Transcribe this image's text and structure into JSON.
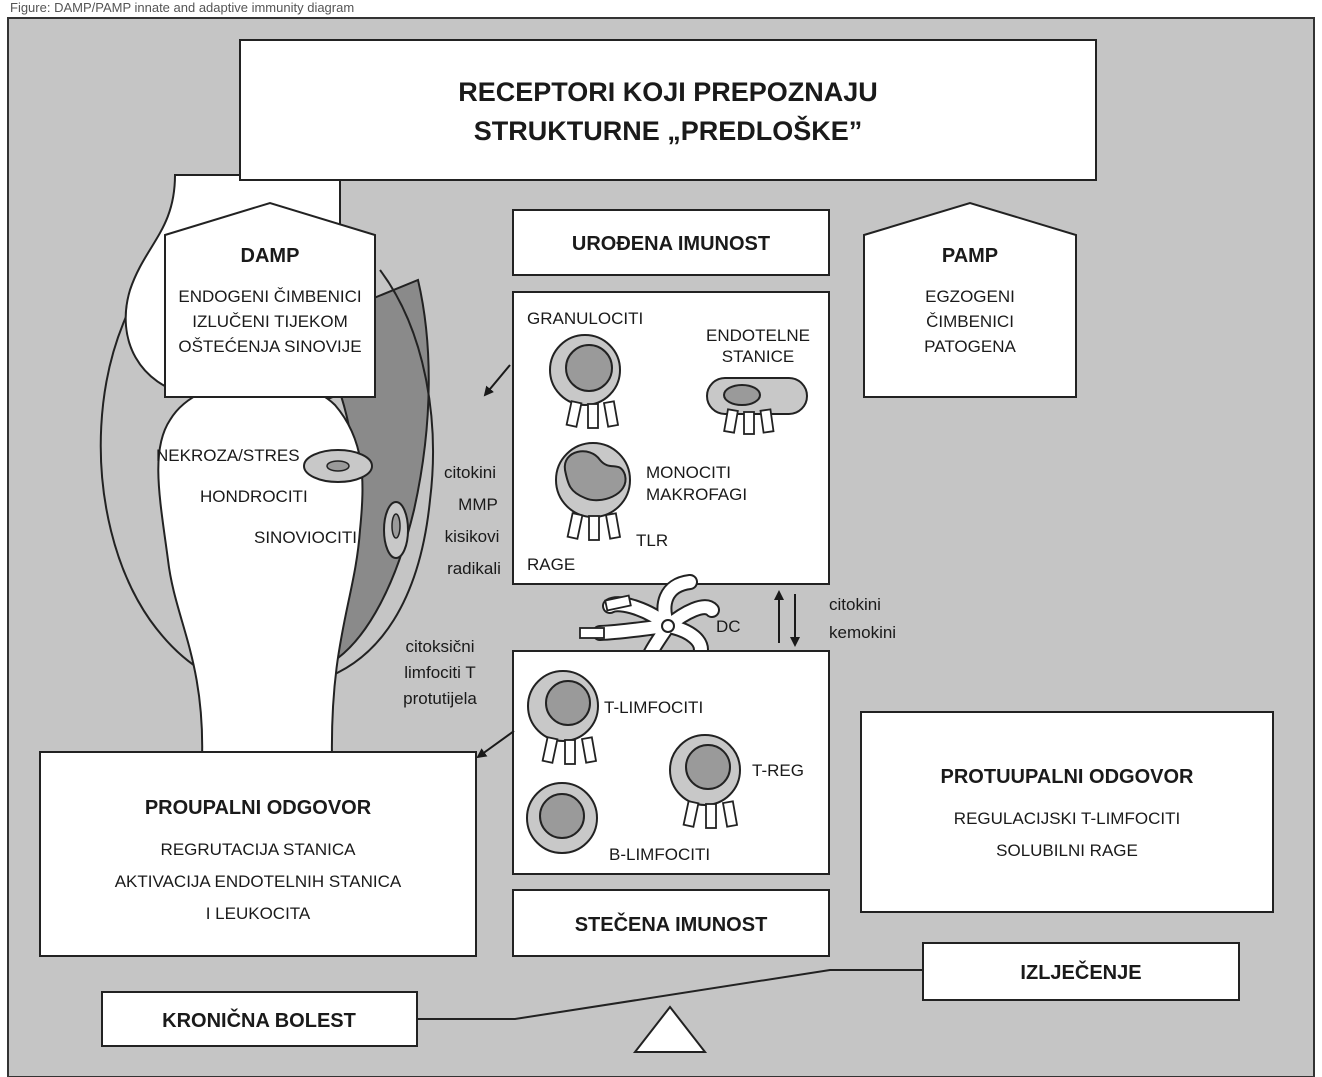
{
  "caption": "Figure: DAMP/PAMP innate and adaptive immunity diagram",
  "colors": {
    "background": "#c5c5c5",
    "joint_shade": "#8a8a8a",
    "cell_fill": "#c8c8c8",
    "cell_inner": "#9a9a9a"
  },
  "title_box": {
    "line1": "RECEPTORI KOJI PREPOZNAJU",
    "line2": "STRUKTURNE „PREDLOŠKE”"
  },
  "damp": {
    "title": "DAMP",
    "lines": [
      "ENDOGENI ČIMBENICI",
      "IZLUČENI TIJEKOM",
      "OŠTEĆENJA SINOVIJE"
    ]
  },
  "pamp": {
    "title": "PAMP",
    "lines": [
      "EGZOGENI",
      "ČIMBENICI",
      "PATOGENA"
    ]
  },
  "innate": {
    "title": "UROĐENA IMUNOST"
  },
  "acquired": {
    "title": "STEČENA IMUNOST"
  },
  "innate_cells": {
    "granulocytes": "GRANULOCITI",
    "endothelial_1": "ENDOTELNE",
    "endothelial_2": "STANICE",
    "monocytes": "MONOCITI",
    "macrophages": "MAKROFAGI",
    "tlr": "TLR",
    "rage": "RAGE"
  },
  "acquired_cells": {
    "t_lymph": "T-LIMFOCITI",
    "t_reg": "T-REG",
    "b_lymph": "B-LIMFOCITI"
  },
  "joint": {
    "necrosis": "NEKROZA/STRES",
    "chondrocytes": "HONDROCITI",
    "synoviocytes": "SINOVIOCITI"
  },
  "mediators_left": [
    "citokini",
    "MMP",
    "kisikovi",
    "radikali"
  ],
  "mediators_mid": [
    "citokini",
    "kemokini"
  ],
  "effectors": [
    "citoksični",
    "limfociti T",
    "protutijela"
  ],
  "dc_label": "DC",
  "proinflammatory": {
    "title": "PROUPALNI ODGOVOR",
    "lines": [
      "REGRUTACIJA STANICA",
      "AKTIVACIJA ENDOTELNIH STANICA",
      "I LEUKOCITA"
    ]
  },
  "antiinflammatory": {
    "title": "PROTUUPALNI ODGOVOR",
    "lines": [
      "REGULACIJSKI T-LIMFOCITI",
      "SOLUBILNI RAGE"
    ]
  },
  "chronic": "KRONIČNA BOLEST",
  "healing": "IZLJEČENJE"
}
